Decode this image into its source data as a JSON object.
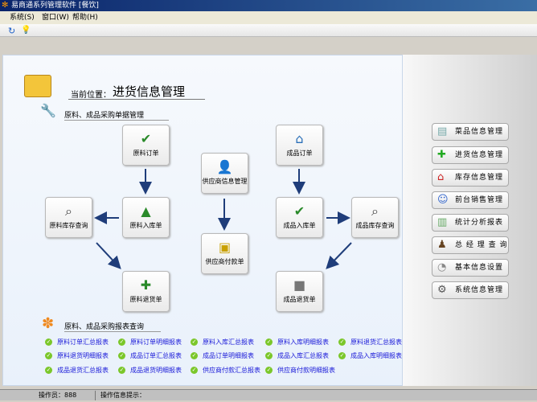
{
  "window": {
    "title": "易商通系列管理软件 [餐饮]"
  },
  "menu": [
    "系统(S)",
    "窗口(W)",
    "帮助(H)"
  ],
  "header": {
    "location_label": "当前位置：",
    "location": "进货信息管理",
    "section1": "原料、成品采购单据管理",
    "section2": "原料、成品采购报表查询"
  },
  "flow": {
    "raw_order": "原料订单",
    "raw_in": "原料入库单",
    "raw_stock": "原料库存查询",
    "raw_return": "原料退货单",
    "supplier": "供应商信息管理",
    "supplier_pay": "供应商付款单",
    "prod_order": "成品订单",
    "prod_in": "成品入库单",
    "prod_stock": "成品库存查询",
    "prod_return": "成品退货单"
  },
  "reports": [
    "原料订单汇总报表",
    "原料订单明细报表",
    "原料入库汇总报表",
    "原料入库明细报表",
    "原料退货汇总报表",
    "原料退货明细报表",
    "成品订单汇总报表",
    "成品订单明细报表",
    "成品入库汇总报表",
    "成品入库明细报表",
    "成品退货汇总报表",
    "成品退货明细报表",
    "供应商付款汇总报表",
    "供应商付款明细报表"
  ],
  "nav": [
    "菜品信息管理",
    "进货信息管理",
    "库存信息管理",
    "前台销售管理",
    "统计分析报表",
    "总 经 理 查 询",
    "基本信息设置",
    "系统信息管理"
  ],
  "status": {
    "operator": "操作员：888",
    "hint": "操作信息提示："
  }
}
